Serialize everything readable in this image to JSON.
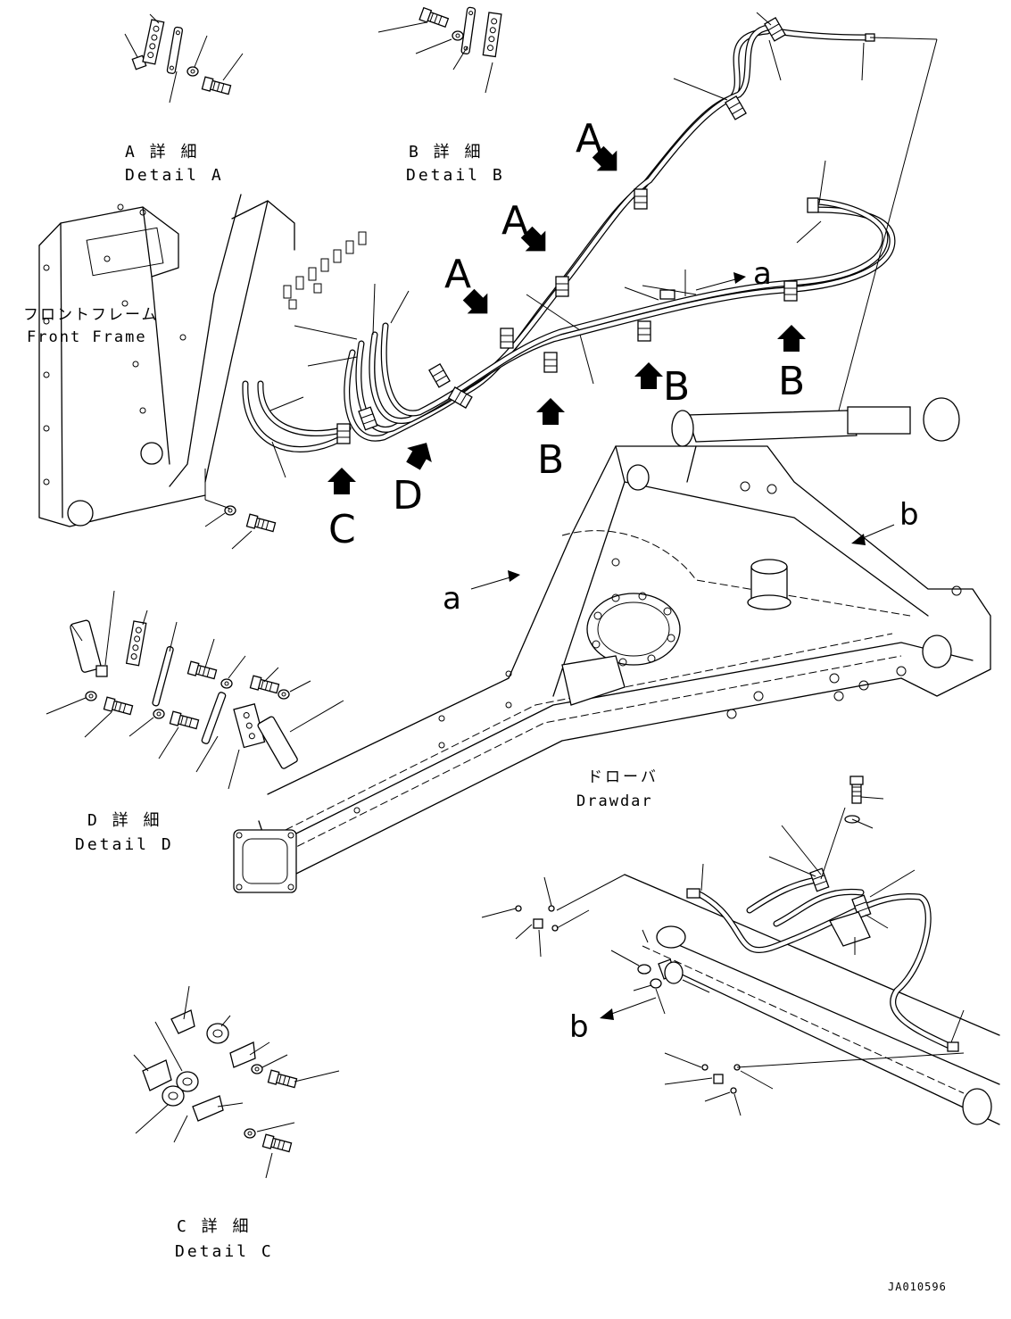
{
  "details": {
    "a": {
      "jp": "A 詳 細",
      "en": "Detail A"
    },
    "b": {
      "jp": "B 詳 細",
      "en": "Detail B"
    },
    "c": {
      "jp": "C 詳 細",
      "en": "Detail C"
    },
    "d": {
      "jp": "D 詳 細",
      "en": "Detail D"
    }
  },
  "labels": {
    "front_frame_jp": "フロントフレーム",
    "front_frame_en": "Front Frame",
    "drawbar_jp": "ドローバ",
    "drawbar_en": "Drawdar"
  },
  "callouts": {
    "A": "A",
    "B": "B",
    "C": "C",
    "D": "D",
    "a": "a",
    "b": "b"
  },
  "drawing_number": "JA010596"
}
